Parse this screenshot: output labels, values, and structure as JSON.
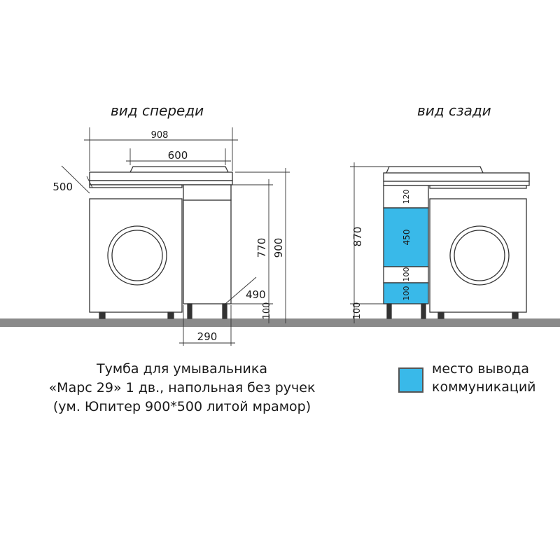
{
  "views": {
    "front_title": "вид спереди",
    "back_title": "вид сзади"
  },
  "dimensions": {
    "front_total_width": "908",
    "front_basin_width": "600",
    "front_depth": "500",
    "front_cabinet_height": "770",
    "front_total_height": "900",
    "front_cabinet_depth": "490",
    "front_leg_height": "100",
    "front_cabinet_width": "290",
    "back_total_height": "870",
    "back_leg_height": "100",
    "back_zone_top": "120",
    "back_zone_blue_upper": "450",
    "back_zone_mid": "100",
    "back_zone_blue_lower": "100"
  },
  "caption": {
    "line1": "Тумба для умывальника",
    "line2": "«Марс 29» 1 дв., напольная без ручек",
    "line3": "(ум. Юпитер 900*500 литой мрамор)"
  },
  "legend": {
    "line1": "место вывода",
    "line2": "коммуникаций"
  },
  "colors": {
    "communications": "#39b9e9",
    "floor": "#8a8a8a",
    "outline": "#333333"
  }
}
